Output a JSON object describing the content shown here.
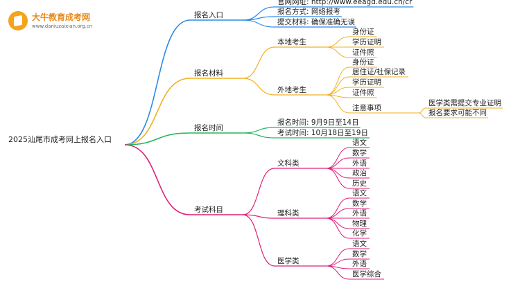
{
  "logo": {
    "title": "大牛教育成考网",
    "url": "www.daniuzaixian.org.cn"
  },
  "root": "2025汕尾市成考网上报名入口",
  "branches": [
    {
      "label": "报名入口",
      "color": "#2a8be6",
      "children": [
        {
          "label": "官网网址: http://www.eeagd.edu.cn/cr"
        },
        {
          "label": "报名方式: 网络报考"
        },
        {
          "label": "提交材料: 确保准确无误"
        }
      ]
    },
    {
      "label": "报名材料",
      "color": "#f0b020",
      "children": [
        {
          "label": "本地考生",
          "children": [
            {
              "label": "身份证"
            },
            {
              "label": "学历证明"
            },
            {
              "label": "证件照"
            }
          ]
        },
        {
          "label": "外地考生",
          "children": [
            {
              "label": "身份证"
            },
            {
              "label": "居住证/社保记录"
            },
            {
              "label": "学历证明"
            },
            {
              "label": "证件照"
            },
            {
              "label": "注意事项",
              "children": [
                {
                  "label": "医学类需提交专业证明"
                },
                {
                  "label": "报名要求可能不同"
                }
              ]
            }
          ]
        }
      ]
    },
    {
      "label": "报名时间",
      "color": "#1fb85a",
      "children": [
        {
          "label": "报名时间: 9月9日至14日"
        },
        {
          "label": "考试时间: 10月18日至19日"
        }
      ]
    },
    {
      "label": "考试科目",
      "color": "#e01e78",
      "children": [
        {
          "label": "文科类",
          "children": [
            {
              "label": "语文"
            },
            {
              "label": "数学"
            },
            {
              "label": "外语"
            },
            {
              "label": "政治"
            },
            {
              "label": "历史"
            }
          ]
        },
        {
          "label": "理科类",
          "children": [
            {
              "label": "语文"
            },
            {
              "label": "数学"
            },
            {
              "label": "外语"
            },
            {
              "label": "物理"
            },
            {
              "label": "化学"
            }
          ]
        },
        {
          "label": "医学类",
          "children": [
            {
              "label": "语文"
            },
            {
              "label": "数学"
            },
            {
              "label": "外语"
            },
            {
              "label": "医学综合"
            }
          ]
        }
      ]
    }
  ]
}
